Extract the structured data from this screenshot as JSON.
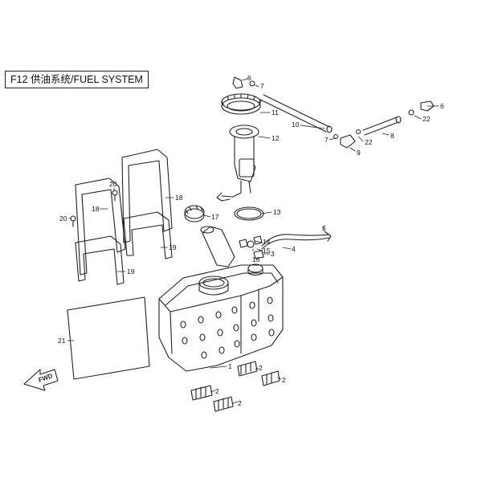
{
  "title": "F12 供油系统/FUEL SYSTEM",
  "fwd_label": "FWD",
  "callouts": [
    {
      "id": "c1",
      "label": "1"
    },
    {
      "id": "c2a",
      "label": "2"
    },
    {
      "id": "c2b",
      "label": "2"
    },
    {
      "id": "c2c",
      "label": "2"
    },
    {
      "id": "c2d",
      "label": "2"
    },
    {
      "id": "c3",
      "label": "3"
    },
    {
      "id": "c4",
      "label": "4"
    },
    {
      "id": "c5",
      "label": "5"
    },
    {
      "id": "c6a",
      "label": "6"
    },
    {
      "id": "c6b",
      "label": "6"
    },
    {
      "id": "c7a",
      "label": "7"
    },
    {
      "id": "c7b",
      "label": "7"
    },
    {
      "id": "c8",
      "label": "8"
    },
    {
      "id": "c9",
      "label": "9"
    },
    {
      "id": "c10",
      "label": "10"
    },
    {
      "id": "c11",
      "label": "11"
    },
    {
      "id": "c12",
      "label": "12"
    },
    {
      "id": "c13",
      "label": "13"
    },
    {
      "id": "c14",
      "label": "14"
    },
    {
      "id": "c15",
      "label": "15"
    },
    {
      "id": "c16",
      "label": "16"
    },
    {
      "id": "c17",
      "label": "17"
    },
    {
      "id": "c18a",
      "label": "18"
    },
    {
      "id": "c18b",
      "label": "18"
    },
    {
      "id": "c19a",
      "label": "19"
    },
    {
      "id": "c19b",
      "label": "19"
    },
    {
      "id": "c20a",
      "label": "20"
    },
    {
      "id": "c20b",
      "label": "20"
    },
    {
      "id": "c21",
      "label": "21"
    },
    {
      "id": "c22a",
      "label": "22"
    },
    {
      "id": "c22b",
      "label": "22"
    }
  ]
}
